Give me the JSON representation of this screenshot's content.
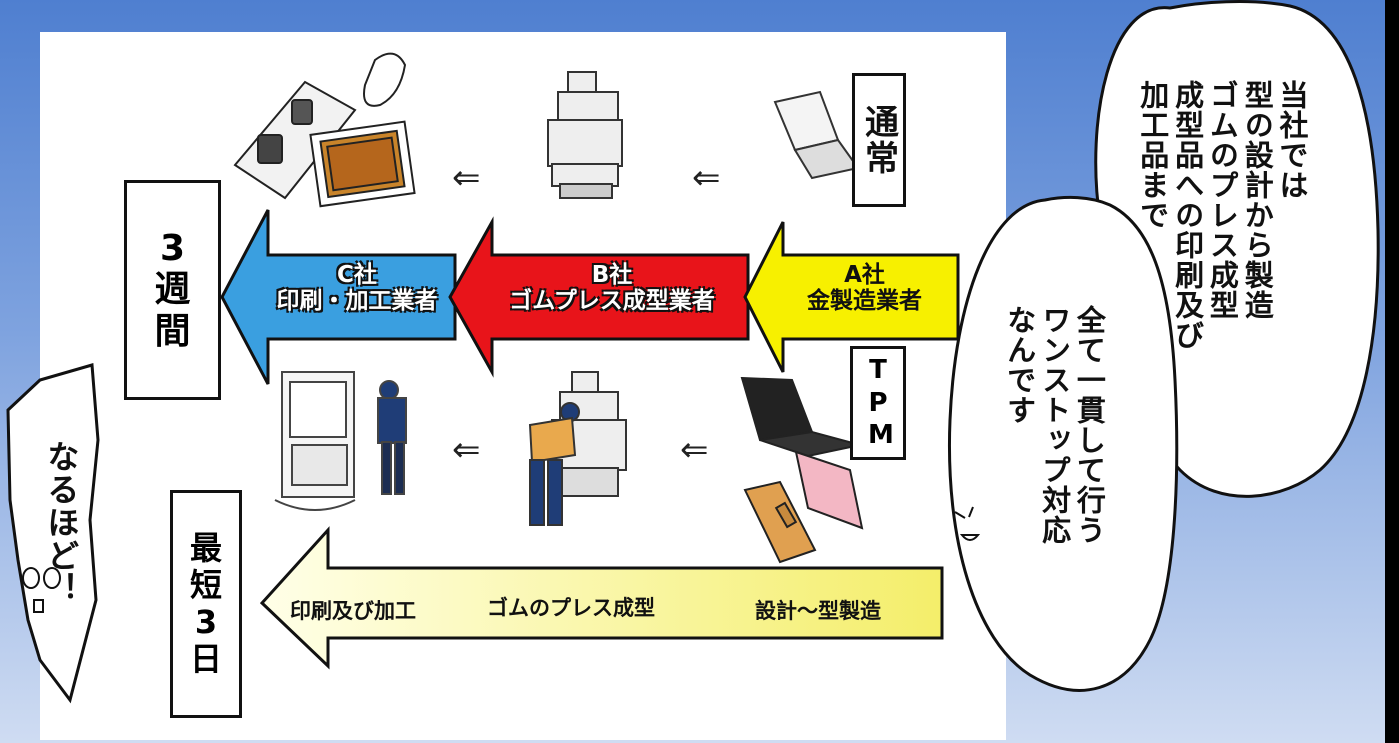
{
  "diagram": {
    "label_normal": "通常",
    "label_tpm": "TPM",
    "label_3weeks": "3\n週\n間",
    "label_3days": "最\n短\n3\n日",
    "implies_symbol": "⇐",
    "companies": {
      "c": {
        "line1": "C社",
        "line2": "印刷・加工業者"
      },
      "b": {
        "line1": "B社",
        "line2": "ゴムプレス成型業者"
      },
      "a": {
        "line1": "A社",
        "line2": "金製造業者"
      }
    },
    "tpm_steps": [
      "印刷及び加工",
      "ゴムのプレス成型",
      "設計〜型製造"
    ]
  },
  "bubbles": {
    "main": "当社では\n型の設計から製造\nゴムのプレス成型\n成型品への印刷及び\n加工品まで",
    "second": "全て一貫して行う\nワンストップ対応\nなんです",
    "left": "なるほど！"
  },
  "colors": {
    "arrow_c": "#3a9fe0",
    "arrow_b": "#e8141a",
    "arrow_a": "#f7f000",
    "arrow_tpm_start": "#ffffd8",
    "arrow_tpm_end": "#f5f070"
  }
}
